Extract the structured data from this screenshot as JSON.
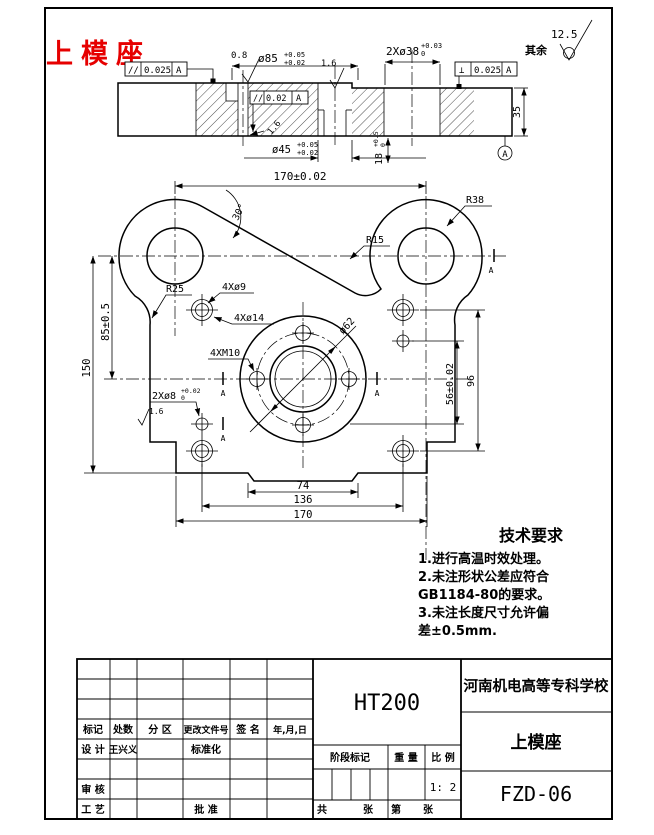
{
  "colors": {
    "ink": "#000000",
    "red": "#e60000",
    "paper": "#ffffff"
  },
  "red_title": "上模座",
  "surface_note": {
    "prefix": "其余",
    "roughness": "12.5"
  },
  "section_view": {
    "dim_bore85": {
      "main": "ø85",
      "sup": "+0.05",
      "sub": "+0.02"
    },
    "dim_holes38": {
      "main": "2Xø38",
      "sup": "+0.03",
      "sub": "0"
    },
    "dim_bore45": {
      "main": "ø45",
      "sup": "+0.05",
      "sub": "+0.02"
    },
    "dim_depth18": {
      "main": "18",
      "sup": "+0.5",
      "sub": "0"
    },
    "dim_height": "35",
    "fcf_parallel_top": {
      "symbol": "//",
      "value": "0.025",
      "datum": "A"
    },
    "fcf_parallel_mid": {
      "symbol": "//",
      "value": "0.02",
      "datum": "A"
    },
    "fcf_perpendicular": {
      "symbol": "⊥",
      "value": "0.025",
      "datum": "A"
    },
    "roughness_top": "0.8",
    "roughness_bore": "1.6",
    "roughness_step": "1.6",
    "datum_label": "A"
  },
  "plan_view": {
    "dim_width_top": "170±0.02",
    "angle": "30°",
    "radius_boss": "R38",
    "radius_fillet": "R15",
    "radius_waist": "R25",
    "holes_small": "4Xø9",
    "holes_counterbore": "4Xø14",
    "holes_tapped": "4XM10",
    "holes_dowel": {
      "main": "2Xø8",
      "sup": "+0.02",
      "sub": "0"
    },
    "roughness_dowel": "1.6",
    "dim_bolt_circle": "ø62",
    "dim_85": "85±0.5",
    "dim_150": "150",
    "dim_56": "56±0.02",
    "dim_96": "96",
    "dim_74": "74",
    "dim_136": "136",
    "dim_170": "170",
    "section_mark": "A"
  },
  "tech_requirements": {
    "heading": "技术要求",
    "lines": [
      "1.进行高温时效处理。",
      "2.未注形状公差应符合",
      "GB1184-80的要求。",
      "3.未注长度尺寸允许偏",
      "差±0.5mm."
    ]
  },
  "title_block": {
    "material": "HT200",
    "school": "河南机电高等专科学校",
    "part_name": "上模座",
    "drawing_number": "FZD-06",
    "scale_value": "1: 2",
    "labels": {
      "mark": "标记",
      "count": "处数",
      "zone": "分 区",
      "doc_no": "更改文件号",
      "signature": "签 名",
      "date": "年,月,日",
      "design": "设 计",
      "designer": "王兴义",
      "standardization": "标准化",
      "review": "审 核",
      "process": "工 艺",
      "approve": "批 准",
      "stage": "阶段标记",
      "weight": "重 量",
      "scale": "比 例",
      "total": "共",
      "sheet1": "张",
      "no": "第",
      "sheet2": "张"
    }
  }
}
